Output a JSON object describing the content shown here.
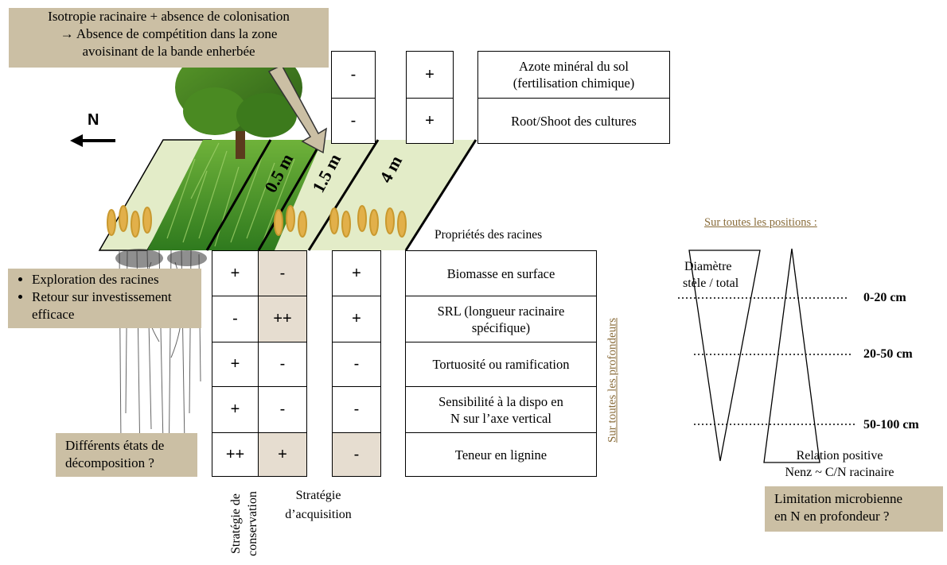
{
  "top_note": {
    "line1": "Isotropie racinaire + absence de colonisation",
    "line2": "→ Absence de compétition dans la zone",
    "line3": "avoisinant de la bande enherbée"
  },
  "north_label": "N",
  "distances": [
    "0.5 m",
    "1.5 m",
    "4 m"
  ],
  "soil_table": {
    "rows": [
      {
        "col1": "-",
        "col2": "+",
        "property_line1": "Azote minéral du sol",
        "property_line2": "(fertilisation chimique)"
      },
      {
        "col1": "-",
        "col2": "+",
        "property_line1": "Root/Shoot des cultures",
        "property_line2": ""
      }
    ]
  },
  "root_props_title": "Propriétés des racines",
  "root_table": {
    "rows": [
      {
        "conservation": "+",
        "acquisition": "-",
        "far": "+",
        "property_line1": "Biomasse en surface",
        "property_line2": ""
      },
      {
        "conservation": "-",
        "acquisition": "++",
        "far": "+",
        "property_line1": "SRL (longueur racinaire",
        "property_line2": "spécifique)"
      },
      {
        "conservation": "+",
        "acquisition": "-",
        "far": "-",
        "property_line1": "Tortuosité ou ramification",
        "property_line2": ""
      },
      {
        "conservation": "+",
        "acquisition": "-",
        "far": "-",
        "property_line1": "Sensibilité à la dispo en",
        "property_line2": "N sur l’axe vertical"
      },
      {
        "conservation": "++",
        "acquisition": "+",
        "far": "-",
        "property_line1": "Teneur en lignine",
        "property_line2": ""
      }
    ]
  },
  "depth_note": "Sur toutes les profondeurs",
  "exploration_note": {
    "items": [
      "Exploration des racines",
      "Retour sur investissement efficace"
    ]
  },
  "decomposition_note": {
    "line1": "Différents états de",
    "line2": "décomposition ?"
  },
  "strategy_conservation": {
    "line1": "Stratégie de",
    "line2": "conservation"
  },
  "strategy_acquisition": {
    "line1": "Stratégie",
    "line2": "d’acquisition"
  },
  "positions_title": "Sur toutes les positions :",
  "diameter_label": {
    "line1": "Diamètre",
    "line2": "stèle / total"
  },
  "depths": [
    "0-20 cm",
    "20-50 cm",
    "50-100 cm"
  ],
  "relation_label": {
    "line1": "Relation positive",
    "line2": "Nenz ~ C/N racinaire"
  },
  "limitation_note": {
    "line1": "Limitation microbienne",
    "line2": "en N en profondeur ?"
  },
  "colors": {
    "note_bg": "#cbbfa4",
    "shade_cell": "#e6ddd0",
    "strip_fill": "#e3ecc8"
  }
}
